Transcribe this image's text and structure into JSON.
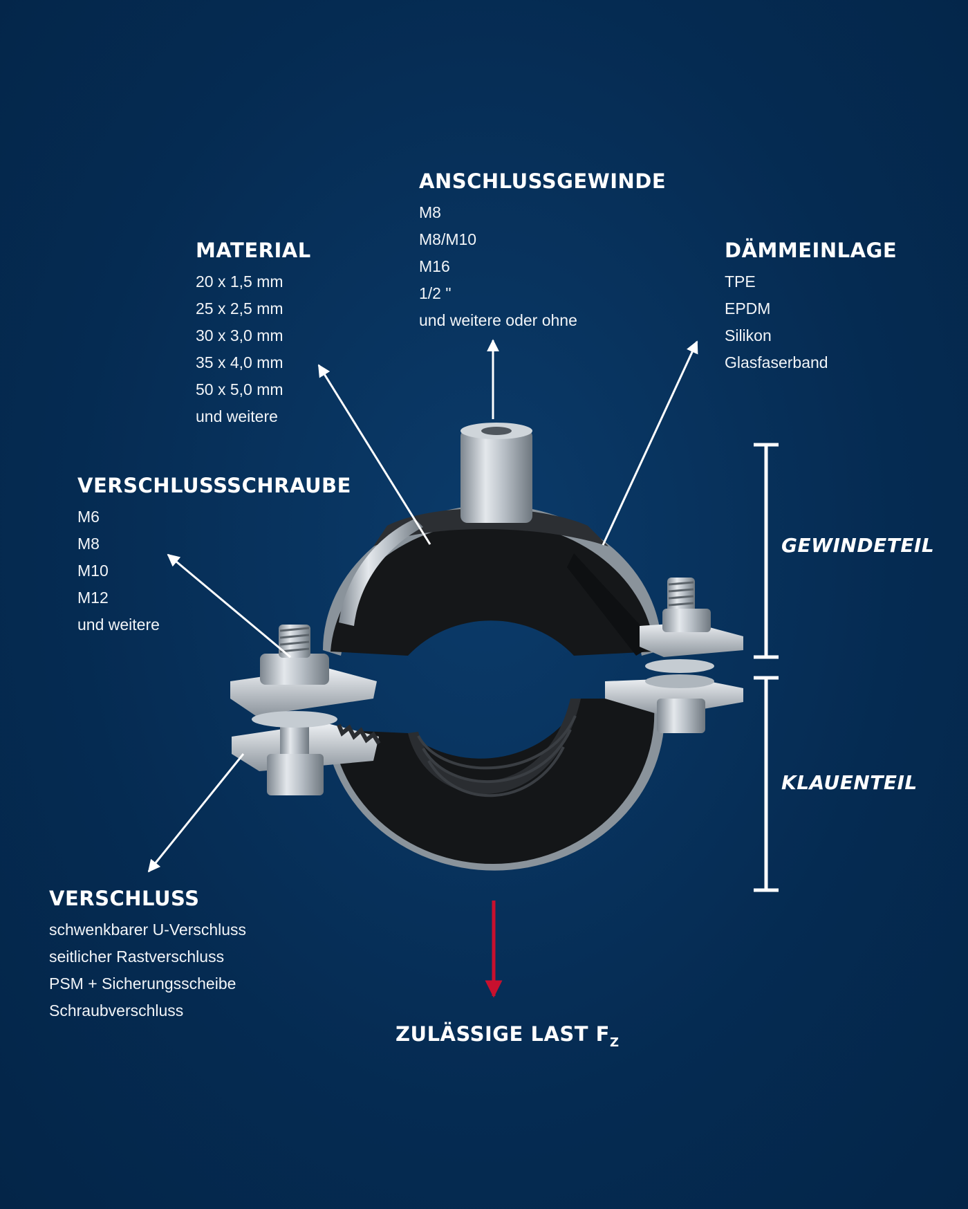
{
  "colors": {
    "background": "#062d55",
    "text": "#ffffff",
    "load_arrow": "#c8102e"
  },
  "anschlussgewinde": {
    "title": "ANSCHLUSSGEWINDE",
    "items": [
      "M8",
      "M8/M10",
      "M16",
      "1/2 \"",
      "und weitere oder ohne"
    ]
  },
  "material": {
    "title": "MATERIAL",
    "items": [
      "20 x 1,5 mm",
      "25 x 2,5 mm",
      "30 x 3,0 mm",
      "35 x 4,0 mm",
      "50 x 5,0 mm",
      "und weitere"
    ]
  },
  "daemmeinlage": {
    "title": "DÄMMEINLAGE",
    "items": [
      "TPE",
      "EPDM",
      "Silikon",
      "Glasfaserband"
    ]
  },
  "verschlussschraube": {
    "title": "VERSCHLUSSSCHRAUBE",
    "items": [
      "M6",
      "M8",
      "M10",
      "M12",
      "und weitere"
    ]
  },
  "verschluss": {
    "title": "VERSCHLUSS",
    "items": [
      "schwenkbarer U-Verschluss",
      "seitlicher Rastverschluss",
      "PSM + Sicherungsscheibe",
      "Schraubverschluss"
    ]
  },
  "gewindeteil": "GEWINDETEIL",
  "klauenteil": "KLAUENTEIL",
  "load": {
    "label": "ZULÄSSIGE LAST F",
    "subscript": "Z"
  }
}
